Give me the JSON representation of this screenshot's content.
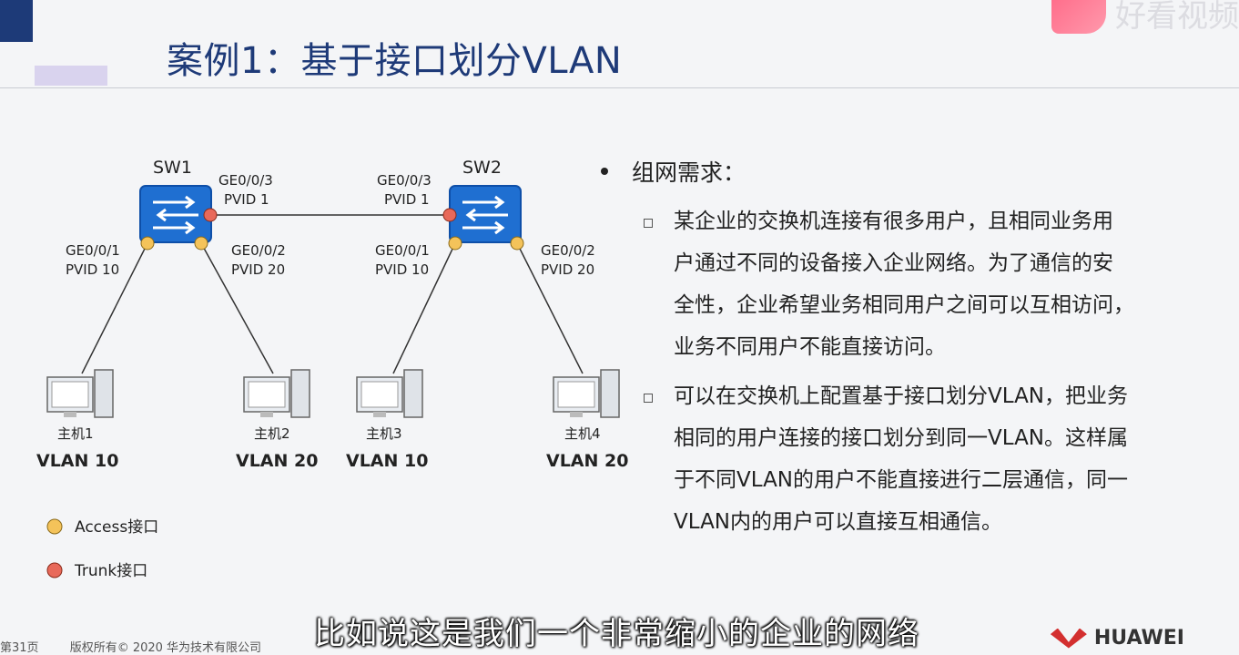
{
  "slide": {
    "title": "案例1：基于接口划分VLAN",
    "watermark": "好看视频"
  },
  "diagram": {
    "switches": [
      {
        "name": "SW1",
        "trunk_port": "GE0/0/3",
        "trunk_pvid": "PVID 1",
        "left_port": "GE0/0/1",
        "left_pvid": "PVID 10",
        "right_port": "GE0/0/2",
        "right_pvid": "PVID 20"
      },
      {
        "name": "SW2",
        "trunk_port": "GE0/0/3",
        "trunk_pvid": "PVID 1",
        "left_port": "GE0/0/1",
        "left_pvid": "PVID 10",
        "right_port": "GE0/0/2",
        "right_pvid": "PVID 20"
      }
    ],
    "hosts": [
      {
        "name": "主机1",
        "vlan": "VLAN 10"
      },
      {
        "name": "主机2",
        "vlan": "VLAN 20"
      },
      {
        "name": "主机3",
        "vlan": "VLAN 10"
      },
      {
        "name": "主机4",
        "vlan": "VLAN 20"
      }
    ],
    "legend": [
      {
        "label": "Access接口",
        "color": "#f4c35a"
      },
      {
        "label": "Trunk接口",
        "color": "#e8695a"
      }
    ],
    "switch_color": "#1f6fd1"
  },
  "requirements": {
    "heading": "组网需求：",
    "items": [
      [
        "某企业的交换机连接有很多用户，且相同业务用",
        "户通过不同的设备接入企业网络。为了通信的安",
        "全性，企业希望业务相同用户之间可以互相访问，",
        "业务不同用户不能直接访问。"
      ],
      [
        "可以在交换机上配置基于接口划分VLAN，把业务",
        "相同的用户连接的接口划分到同一VLAN。这样属",
        "于不同VLAN的用户不能直接进行二层通信，同一",
        "VLAN内的用户可以直接互相通信。"
      ]
    ]
  },
  "subtitle": "比如说这是我们一个非常缩小的企业的网络",
  "footer": {
    "page": "第31页",
    "copyright": "版权所有© 2020 华为技术有限公司",
    "brand": "HUAWEI"
  }
}
